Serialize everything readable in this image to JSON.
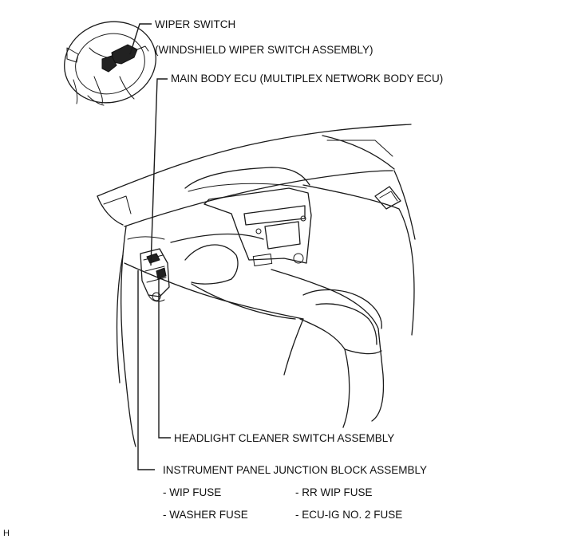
{
  "labels": {
    "wiper_switch": "WIPER SWITCH",
    "wiper_switch_sub": "(WINDSHIELD WIPER SWITCH ASSEMBLY)",
    "main_body_ecu": "MAIN BODY ECU (MULTIPLEX NETWORK BODY ECU)",
    "headlight_cleaner": "HEADLIGHT CLEANER SWITCH ASSEMBLY",
    "junction_block": "INSTRUMENT PANEL JUNCTION BLOCK ASSEMBLY",
    "fuses": {
      "wip": "- WIP FUSE",
      "rr_wip": "- RR WIP FUSE",
      "washer": "- WASHER FUSE",
      "ecu_ig2": "- ECU-IG NO. 2 FUSE"
    },
    "corner_code": "H"
  },
  "colors": {
    "line": "#1a1a1a",
    "text": "#111111",
    "background": "#ffffff"
  }
}
